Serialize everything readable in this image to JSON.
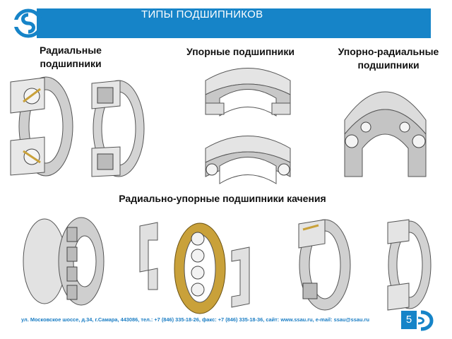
{
  "slide": {
    "title": "ТИПЫ ПОДШИПНИКОВ",
    "page_number": "5",
    "footer": "ул. Московское шоссе, д.34, г.Самара, 443086, тел.: +7 (846) 335-18-26, факс: +7 (846) 335-18-36, сайт: www.ssau.ru, e-mail: ssau@ssau.ru"
  },
  "categories": {
    "radial": {
      "line1": "Радиальные",
      "line2": "подшипники"
    },
    "thrust": {
      "label": "Упорные подшипники"
    },
    "thrust_radial": {
      "line1": "Упорно-радиальные",
      "line2": "подшипники"
    },
    "radial_thrust": {
      "label": "Радиально-упорные подшипники качения"
    }
  },
  "colors": {
    "brand_blue": "#1684c8",
    "metal_light": "#e6e6e6",
    "metal_dark": "#9a9a9a",
    "cage_brass": "#c9a13a"
  }
}
